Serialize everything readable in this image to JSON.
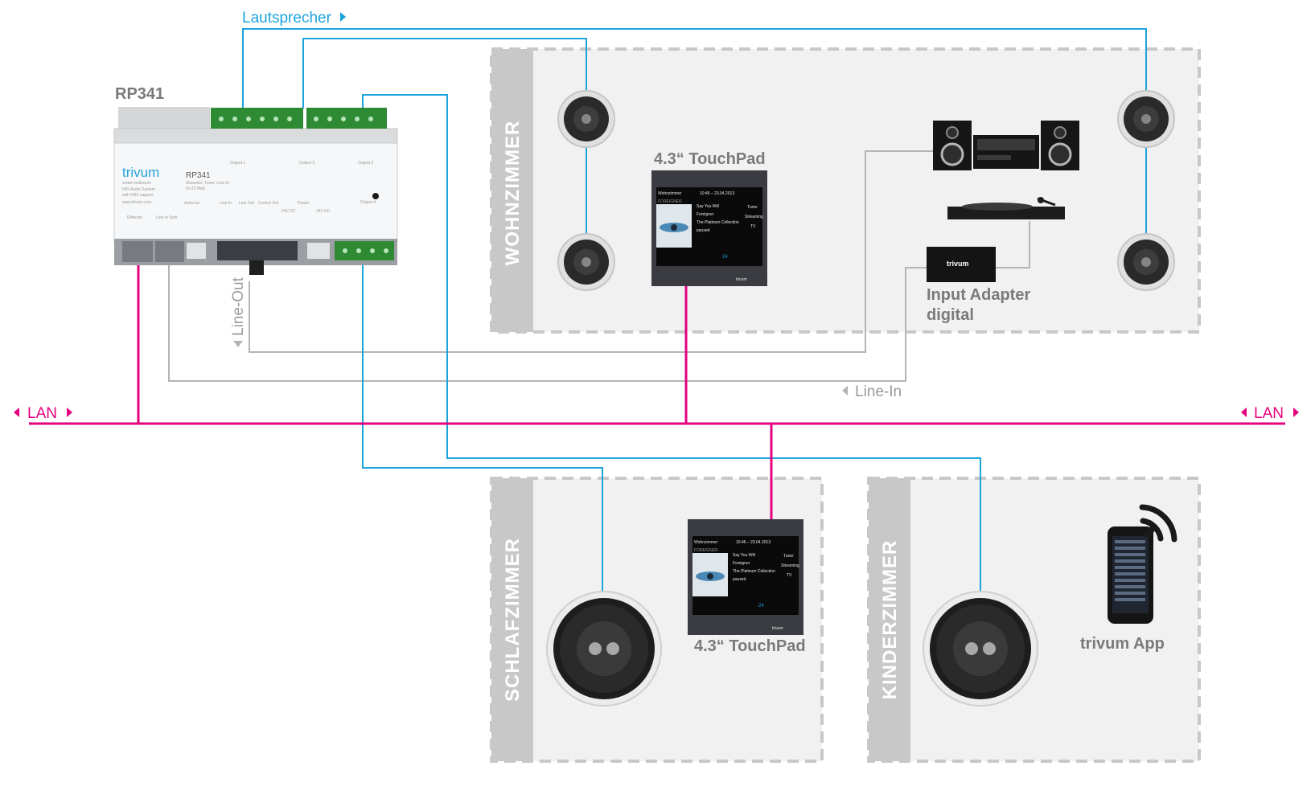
{
  "labels": {
    "speakers_bus": "Lautsprecher",
    "lan_left": "LAN",
    "lan_right": "LAN",
    "line_out": "Line-Out",
    "line_in": "Line-In"
  },
  "device": {
    "name": "RP341",
    "brand": "trivum",
    "brand_sub": "smart multiroom",
    "model": "RP341",
    "model_sub": "Streamer, Tuner, Line-In",
    "model_sub2": "5x 22 Watt",
    "desc1": "HiFi Audio System",
    "desc2": "with KNX support",
    "url": "www.trivum.com",
    "output_labels": [
      "Output 1",
      "Output 2",
      "Output 3",
      "Output 4"
    ],
    "port_labels": [
      "Ethernet",
      "Line In Sym",
      "Antenna",
      "Line In",
      "Line Out",
      "Control Out",
      "Power",
      "24V DC",
      "24V DC"
    ]
  },
  "rooms": {
    "wohnzimmer": "WOHNZIMMER",
    "schlafzimmer": "SCHLAFZIMMER",
    "kinderzimmer": "KINDERZIMMER"
  },
  "devices": {
    "touchpad_top": "4.3“ TouchPad",
    "touchpad_bottom": "4.3“ TouchPad",
    "input_adapter_line1": "Input Adapter",
    "input_adapter_line2": "digital",
    "app": "trivum App",
    "adapter_brand": "trivum"
  },
  "touchpad_screen": {
    "room": "Wohnzimmer",
    "time": "10:45 – 23.04.2013",
    "cover_text": "FOREIGNER",
    "tracks": [
      "Say You Will",
      "Foreigner",
      "The Platinum Collection",
      "paused"
    ],
    "menu": [
      "Tuner",
      "Streaming",
      "TV"
    ],
    "volume": "24",
    "brand": "trivum"
  },
  "colors": {
    "speaker_wire": "#1ba3dc",
    "lan": "#e5007d",
    "line_audio": "#b4b4b4",
    "room_bg": "#f1f1f1",
    "room_border": "#c8c8c8",
    "room_header": "#c8c8c8"
  }
}
